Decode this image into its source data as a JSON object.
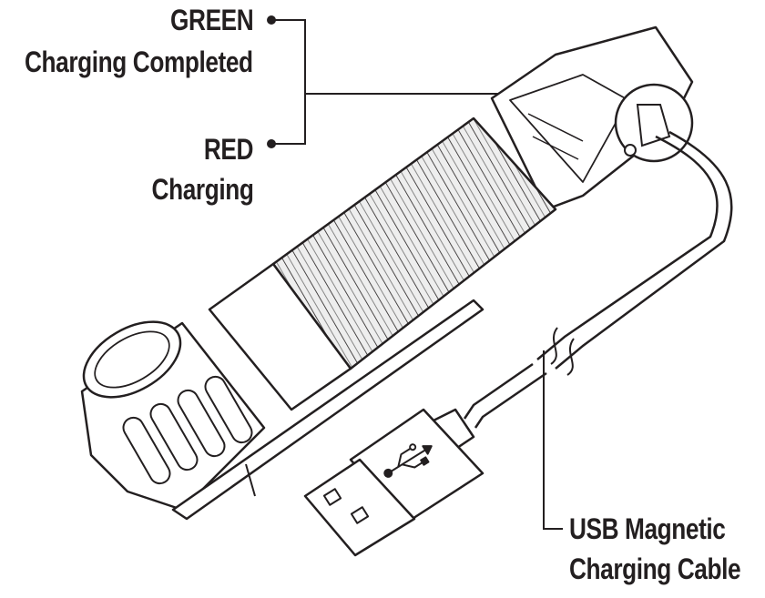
{
  "labels": {
    "green_title": "GREEN",
    "green_desc": "Charging Completed",
    "red_title": "RED",
    "red_desc": "Charging",
    "cable_line1": "USB Magnetic",
    "cable_line2": "Charging Cable"
  },
  "colors": {
    "ink": "#231f20",
    "fill": "#ffffff",
    "knurl": "#e6e6e6"
  },
  "icons": [
    "usb-icon"
  ]
}
